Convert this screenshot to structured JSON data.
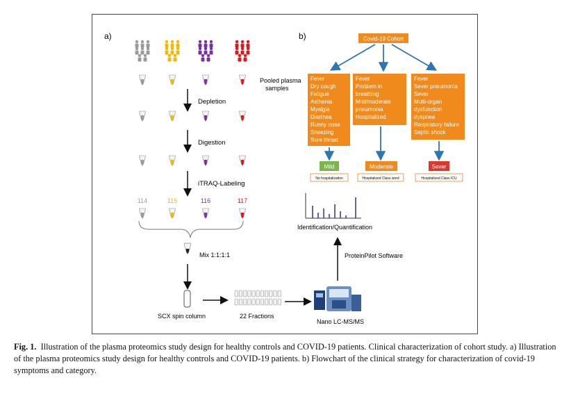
{
  "panel_a": {
    "label": "a)",
    "steps": [
      "Depletion",
      "Digestion",
      "iTRAQ-Labeling"
    ],
    "itraq_tags": [
      "114",
      "115",
      "116",
      "117"
    ],
    "group_colors": [
      "#9a9a9a",
      "#f2b900",
      "#7b2fa3",
      "#e0161b"
    ],
    "mix_label": "Mix 1:1:1:1",
    "scx_label": "SCX spin column",
    "fractions_label": "22 Fractions",
    "lcms_label": "Nano LC-MS/MS",
    "software_label": "ProteinPilot Software",
    "quant_label": "Identification/Quantification"
  },
  "panel_b": {
    "label": "b)",
    "root": "Covid-19 Cohort",
    "pooled_label_1": "Pooled plasma",
    "pooled_label_2": "samples",
    "branch_color": "#f08a1c",
    "branches": [
      {
        "symptoms": [
          "Fever",
          "Dry cough",
          "Fatigue",
          "Asthenia",
          "Myalgia",
          "Diarrhea",
          "Runny nose",
          "Sneezing",
          "Sore throat"
        ],
        "category": "Mild",
        "category_color": "#7ab648",
        "note": "No hospitalization"
      },
      {
        "symptoms": [
          "Fever",
          "Problem in",
          "breathing",
          "Mild/moderate",
          "pneumonia",
          "Hospitalized"
        ],
        "category": "Moderate",
        "category_color": "#f08a1c",
        "note": "Hospitalized Class word"
      },
      {
        "symptoms": [
          "Fever",
          "Sever pneumonia",
          "Sever",
          "Multi-organ",
          "dysfunction",
          "dyspnea",
          "Respiratory failure",
          "Septic shock"
        ],
        "category": "Sever",
        "category_color": "#e0352b",
        "note": "Hospitalized Class ICU"
      }
    ]
  },
  "caption": {
    "fig_label": "Fig. 1.",
    "text": "Illustration of the plasma proteomics study design for healthy controls and COVID-19 patients. Clinical characterization of cohort study. a) Illustration of the plasma proteomics study design for healthy controls and COVID-19 patients. b) Flowchart of the clinical strategy for characterization of covid-19 symptoms and category."
  }
}
